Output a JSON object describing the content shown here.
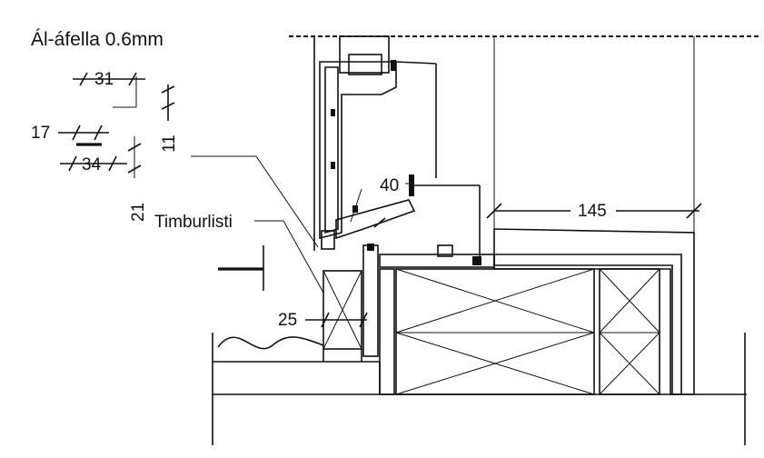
{
  "title": "Ál-áfella 0.6mm",
  "labels": {
    "d31": "31",
    "d11": "11",
    "d17": "17",
    "d34": "34",
    "d21": "21",
    "timburlisti": "Timburlisti",
    "d25": "25",
    "d40": "40",
    "d145": "145"
  },
  "colors": {
    "ink": "#111111",
    "paper": "#ffffff"
  }
}
